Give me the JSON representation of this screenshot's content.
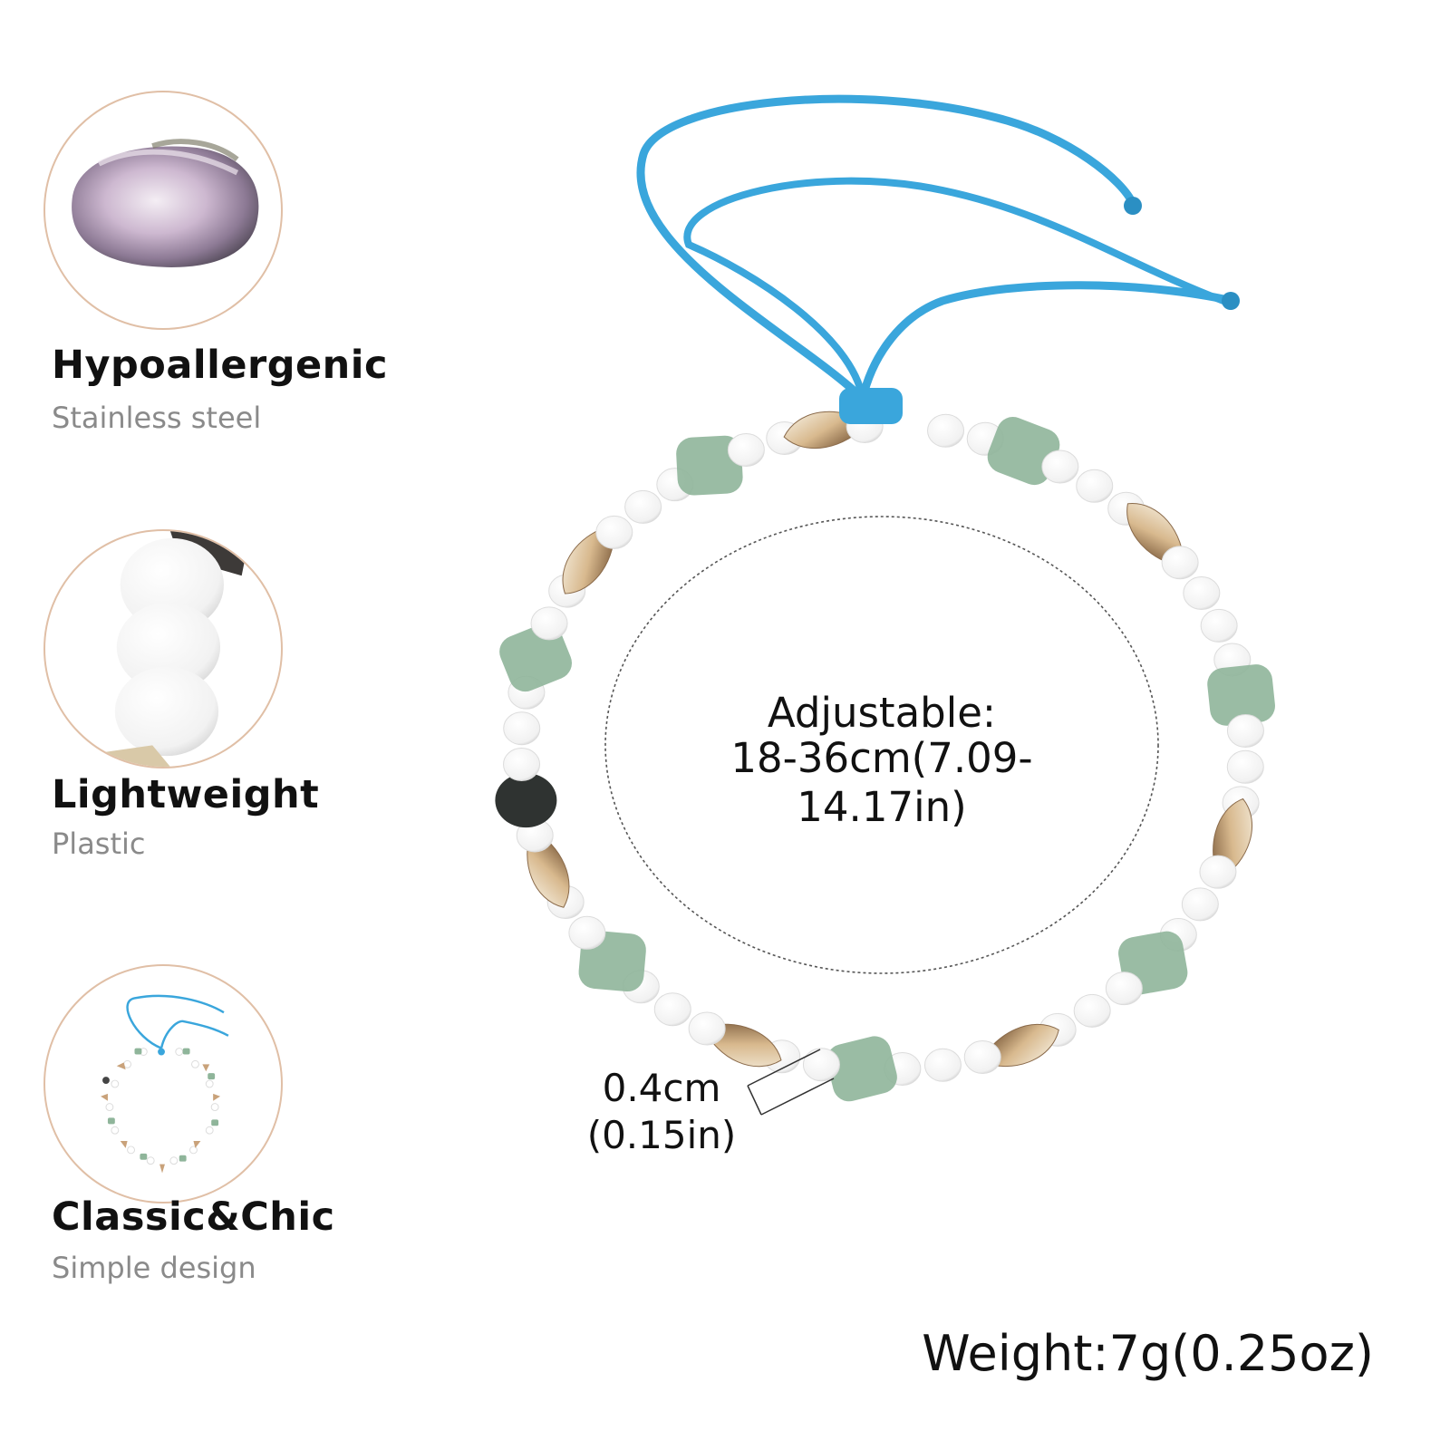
{
  "features": [
    {
      "title": "Hypoallergenic",
      "subtitle": "Stainless steel",
      "image_icon": "shell-icon"
    },
    {
      "title": "Lightweight",
      "subtitle": "Plastic",
      "image_icon": "beads-icon"
    },
    {
      "title": "Classic&Chic",
      "subtitle": "Simple design",
      "image_icon": "anklet-icon"
    }
  ],
  "product": {
    "adjustable_label": "Adjustable:",
    "adjustable_range": "18-36cm(7.09-14.17in)",
    "bead_size": "0.4cm",
    "bead_size_imperial": "(0.15in)",
    "weight": "Weight:7g(0.25oz)"
  },
  "colors": {
    "cord": "#3aa6dc",
    "stone": "#8fb59a",
    "bead": "#ffffff",
    "circle_border": "#e0bfa6"
  }
}
